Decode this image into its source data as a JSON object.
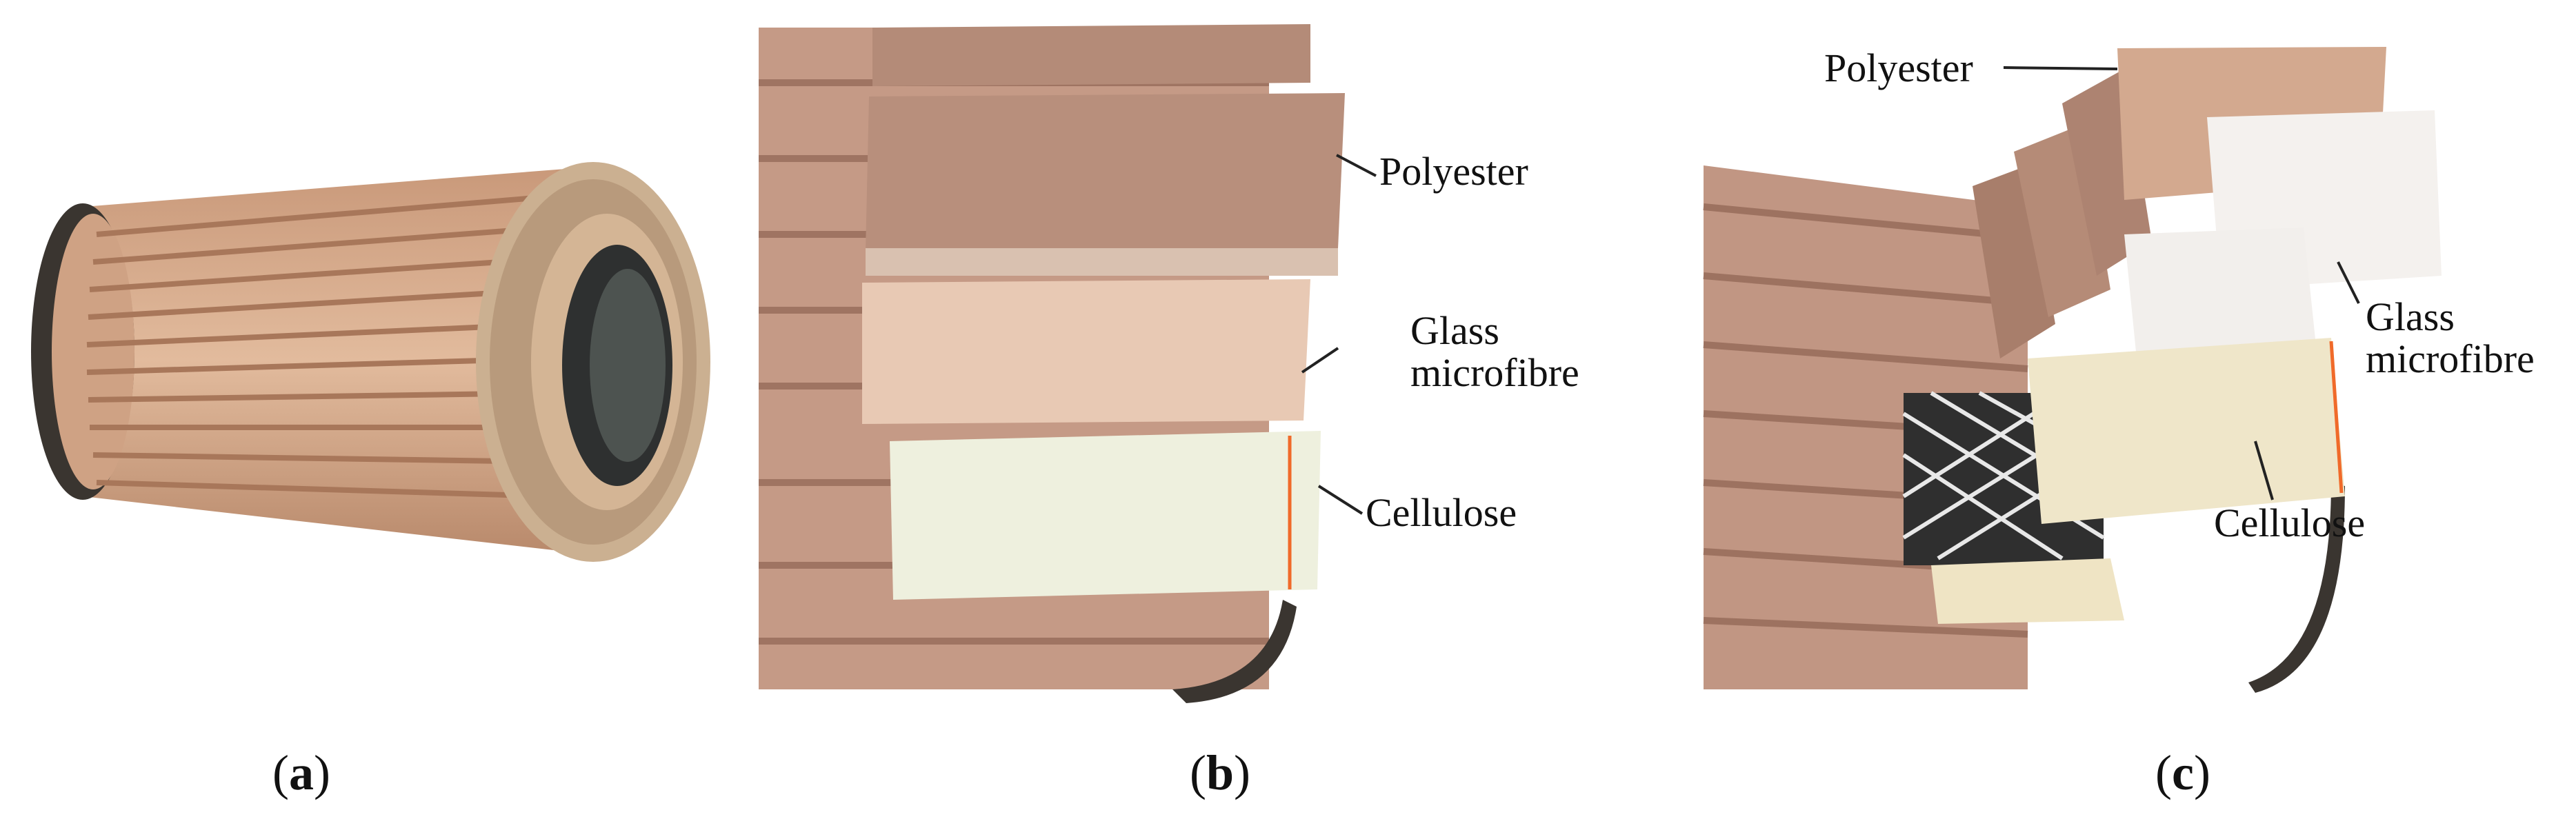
{
  "panels": [
    {
      "id": "a",
      "caption_open": "(",
      "caption_letter": "a",
      "caption_close": ")"
    },
    {
      "id": "b",
      "caption_open": "(",
      "caption_letter": "b",
      "caption_close": ")",
      "labels": {
        "polyester": "Polyester",
        "glass_1": "Glass",
        "glass_2": "microfibre",
        "cellulose": "Cellulose"
      }
    },
    {
      "id": "c",
      "caption_open": "(",
      "caption_letter": "c",
      "caption_close": ")",
      "labels": {
        "polyester": "Polyester",
        "glass_1": "Glass",
        "glass_2": "microfibre",
        "cellulose": "Cellulose"
      }
    }
  ],
  "colors": {
    "filter_tan": "#d7ac8e",
    "polyester_brown": "#b88f7c",
    "glass_pink": "#e8c9b4",
    "cellulose_cream": "#eef0de",
    "polyester_white": "#f4f1ee",
    "end_cap": "#3a3530"
  }
}
